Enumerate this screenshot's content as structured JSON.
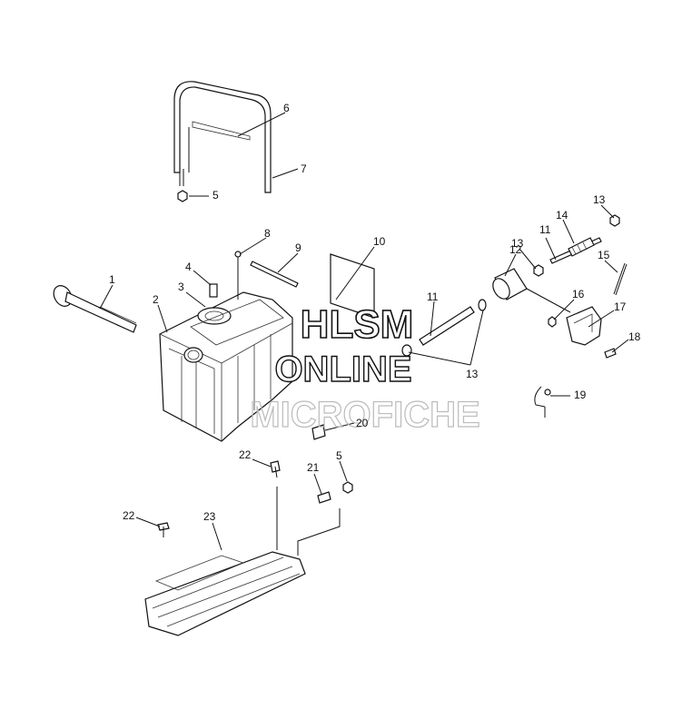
{
  "watermark": {
    "line1": "HLSM",
    "line2": "ONLINE",
    "line3": "MICROFICHE"
  },
  "callouts": [
    {
      "id": "c1",
      "label": "1"
    },
    {
      "id": "c2",
      "label": "2"
    },
    {
      "id": "c3",
      "label": "3"
    },
    {
      "id": "c4",
      "label": "4"
    },
    {
      "id": "c5a",
      "label": "5"
    },
    {
      "id": "c5b",
      "label": "5"
    },
    {
      "id": "c6",
      "label": "6"
    },
    {
      "id": "c7",
      "label": "7"
    },
    {
      "id": "c8",
      "label": "8"
    },
    {
      "id": "c9",
      "label": "9"
    },
    {
      "id": "c10",
      "label": "10"
    },
    {
      "id": "c11a",
      "label": "11"
    },
    {
      "id": "c11b",
      "label": "11"
    },
    {
      "id": "c12",
      "label": "12"
    },
    {
      "id": "c13a",
      "label": "13"
    },
    {
      "id": "c13b",
      "label": "13"
    },
    {
      "id": "c13c",
      "label": "13"
    },
    {
      "id": "c14",
      "label": "14"
    },
    {
      "id": "c15",
      "label": "15"
    },
    {
      "id": "c16",
      "label": "16"
    },
    {
      "id": "c17",
      "label": "17"
    },
    {
      "id": "c18",
      "label": "18"
    },
    {
      "id": "c19",
      "label": "19"
    },
    {
      "id": "c20",
      "label": "20"
    },
    {
      "id": "c21",
      "label": "21"
    },
    {
      "id": "c22a",
      "label": "22"
    },
    {
      "id": "c22b",
      "label": "22"
    },
    {
      "id": "c23",
      "label": "23"
    }
  ]
}
